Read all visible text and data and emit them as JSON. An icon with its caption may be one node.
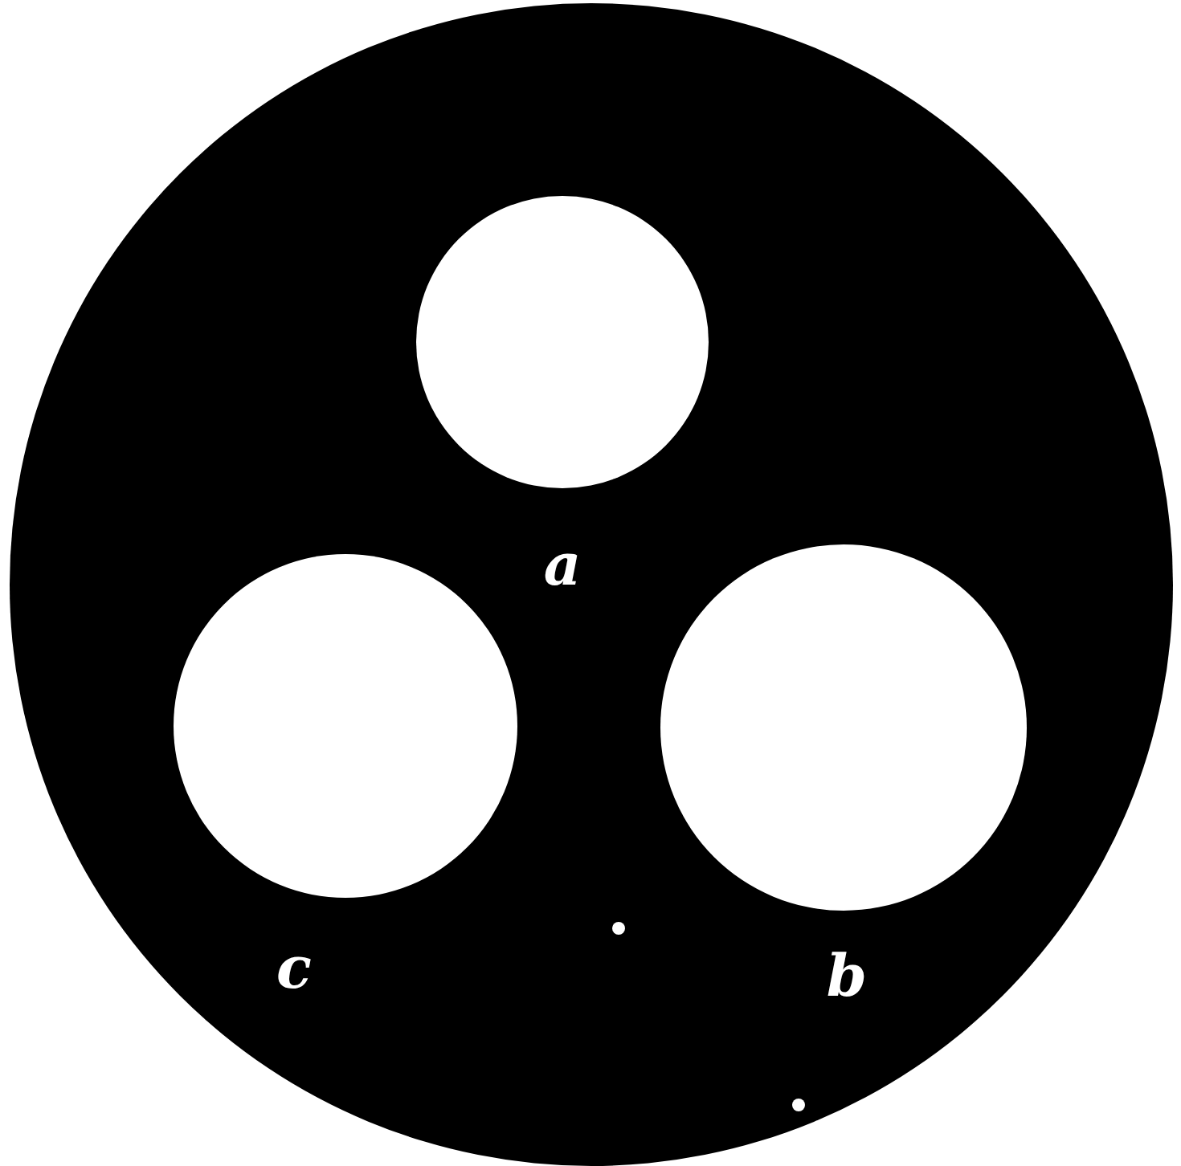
{
  "diagram": {
    "nodes": [
      {
        "text": [],
        "shape": "circle"
      },
      {
        "text": [],
        "shape": "circle",
        "in": 0
      },
      {
        "text": [],
        "shape": "circle",
        "in": 0
      },
      {
        "text": [],
        "shape": "circle",
        "in": 0
      }
    ],
    "labels": [
      "a",
      "c",
      "b"
    ]
  }
}
